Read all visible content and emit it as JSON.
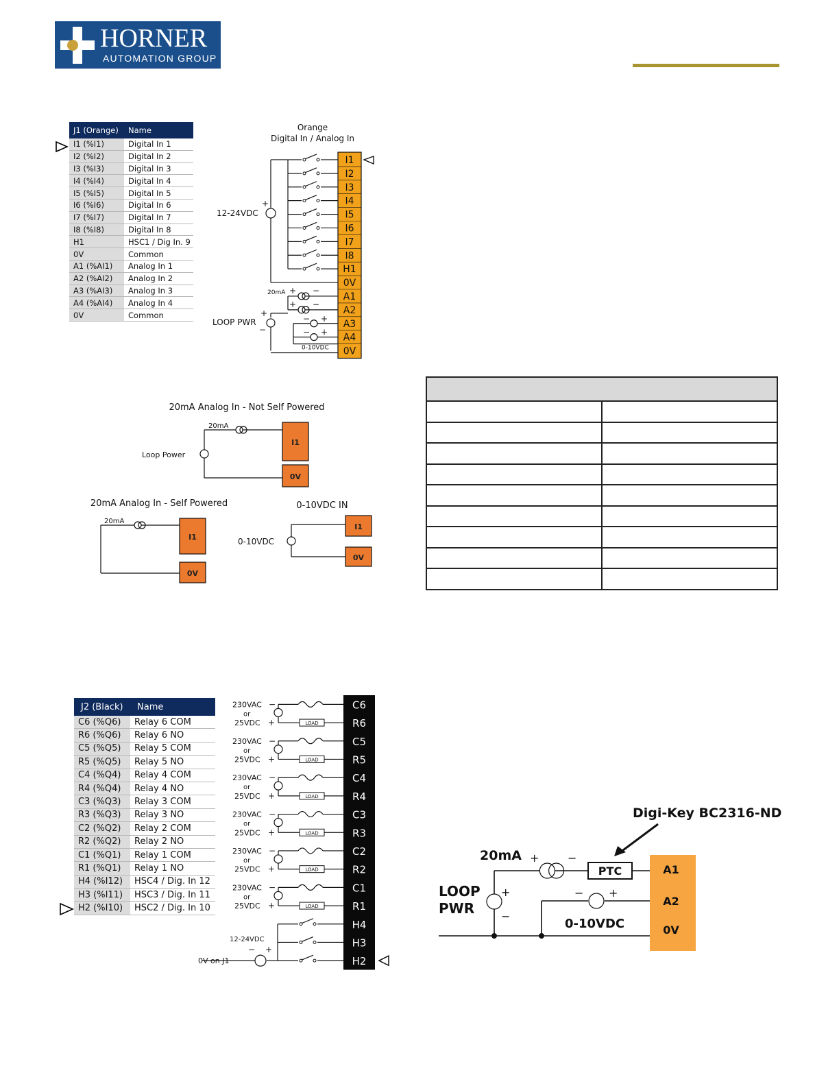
{
  "header": {
    "logo_word_1": "HORNER",
    "logo_word_2": "AUTOMATION GROUP",
    "accent_color": "#a8952f",
    "brand_color": "#1b4f8c"
  },
  "j1": {
    "header_pin": "J1 (Orange)",
    "header_name": "Name",
    "rows": [
      {
        "pin": "I1 (%I1)",
        "name": "Digital In 1"
      },
      {
        "pin": "I2 (%I2)",
        "name": "Digital In 2"
      },
      {
        "pin": "I3 (%I3)",
        "name": "Digital In 3"
      },
      {
        "pin": "I4 (%I4)",
        "name": "Digital In 4"
      },
      {
        "pin": "I5 (%I5)",
        "name": "Digital In 5"
      },
      {
        "pin": "I6 (%I6)",
        "name": "Digital In 6"
      },
      {
        "pin": "I7 (%I7)",
        "name": "Digital In 7"
      },
      {
        "pin": "I8 (%I8)",
        "name": "Digital In 8"
      },
      {
        "pin": "H1",
        "name": "HSC1 / Dig In. 9"
      },
      {
        "pin": "0V",
        "name": "Common"
      },
      {
        "pin": "A1 (%AI1)",
        "name": "Analog In 1"
      },
      {
        "pin": "A2 (%AI2)",
        "name": "Analog In 2"
      },
      {
        "pin": "A3 (%AI3)",
        "name": "Analog In 3"
      },
      {
        "pin": "A4 (%AI4)",
        "name": "Analog In 4"
      },
      {
        "pin": "0V",
        "name": "Common"
      }
    ]
  },
  "j1_diagram": {
    "title_1": "Orange",
    "title_2": "Digital In / Analog In",
    "terminals": [
      "I1",
      "I2",
      "I3",
      "I4",
      "I5",
      "I6",
      "I7",
      "I8",
      "H1",
      "0V",
      "A1",
      "A2",
      "A3",
      "A4",
      "0V"
    ],
    "supply_label": "12-24VDC",
    "loop_label": "LOOP PWR",
    "ma_label": "20mA",
    "vdc_label": "0-10VDC",
    "plus": "+",
    "minus": "−",
    "terminal_color": "#f2a21a"
  },
  "small_diagrams": {
    "not_self_title": "20mA Analog In - Not Self Powered",
    "self_title": "20mA Analog In - Self Powered",
    "vdc_title": "0-10VDC IN",
    "loop_power": "Loop Power",
    "ma": "20mA",
    "vdc": "0-10VDC",
    "i1": "I1",
    "ov": "0V",
    "terminal_color": "#ec7a2e"
  },
  "j2": {
    "header_pin": "J2 (Black)",
    "header_name": "Name",
    "rows": [
      {
        "pin": "C6 (%Q6)",
        "name": "Relay 6 COM"
      },
      {
        "pin": "R6 (%Q6)",
        "name": "Relay 6 NO"
      },
      {
        "pin": "C5 (%Q5)",
        "name": "Relay 5 COM"
      },
      {
        "pin": "R5 (%Q5)",
        "name": "Relay 5 NO"
      },
      {
        "pin": "C4 (%Q4)",
        "name": "Relay 4 COM"
      },
      {
        "pin": "R4 (%Q4)",
        "name": "Relay 4 NO"
      },
      {
        "pin": "C3 (%Q3)",
        "name": "Relay 3 COM"
      },
      {
        "pin": "R3 (%Q3)",
        "name": "Relay 3 NO"
      },
      {
        "pin": "C2 (%Q2)",
        "name": "Relay 2 COM"
      },
      {
        "pin": "R2 (%Q2)",
        "name": "Relay 2 NO"
      },
      {
        "pin": "C1 (%Q1)",
        "name": "Relay 1 COM"
      },
      {
        "pin": "R1 (%Q1)",
        "name": "Relay 1 NO"
      },
      {
        "pin": "H4 (%I12)",
        "name": "HSC4 / Dig. In 12"
      },
      {
        "pin": "H3 (%I11)",
        "name": "HSC3 / Dig. In 11"
      },
      {
        "pin": "H2 (%I10)",
        "name": "HSC2 / Dig. In 10"
      }
    ]
  },
  "j2_diagram": {
    "terminals": [
      "C6",
      "R6",
      "C5",
      "R5",
      "C4",
      "R4",
      "C3",
      "R3",
      "C2",
      "R2",
      "C1",
      "R1",
      "H4",
      "H3",
      "H2"
    ],
    "v_line_1": "230VAC",
    "v_line_2": "or",
    "v_line_3": "25VDC",
    "load": "LOAD",
    "supply": "12-24VDC",
    "ov_on_j1": "0V on J1",
    "plus": "+",
    "minus": "−"
  },
  "ptc_diagram": {
    "digikey": "Digi-Key  BC2316-ND",
    "ma": "20mA",
    "ptc": "PTC",
    "loop_1": "LOOP",
    "loop_2": "PWR",
    "vdc": "0-10VDC",
    "a1": "A1",
    "a2": "A2",
    "ov": "0V",
    "plus": "+",
    "minus": "−",
    "terminal_color": "#f7a541"
  },
  "data_table": {
    "rows": 9
  }
}
